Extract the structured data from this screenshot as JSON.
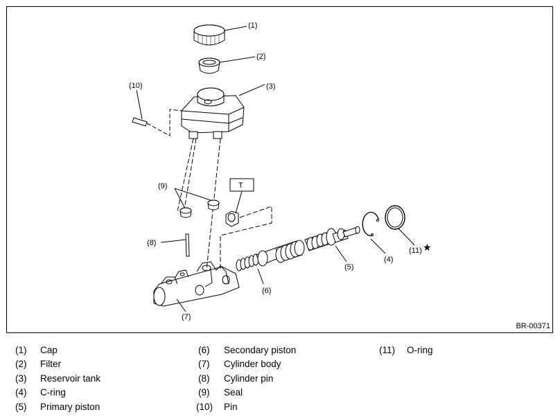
{
  "figure_code": "BR-00371",
  "callouts": {
    "c1": "(1)",
    "c2": "(2)",
    "c3": "(3)",
    "c4": "(4)",
    "c5": "(5)",
    "c6": "(6)",
    "c7": "(7)",
    "c8": "(8)",
    "c9": "(9)",
    "c10": "(10)",
    "c11": "(11)",
    "torque_mark": "T",
    "star": "★"
  },
  "legend": [
    {
      "num": "(1)",
      "label": "Cap"
    },
    {
      "num": "(2)",
      "label": "Filter"
    },
    {
      "num": "(3)",
      "label": "Reservoir tank"
    },
    {
      "num": "(4)",
      "label": "C-ring"
    },
    {
      "num": "(5)",
      "label": "Primary piston"
    },
    {
      "num": "(6)",
      "label": "Secondary piston"
    },
    {
      "num": "(7)",
      "label": "Cylinder body"
    },
    {
      "num": "(8)",
      "label": "Cylinder pin"
    },
    {
      "num": "(9)",
      "label": "Seal"
    },
    {
      "num": "(10)",
      "label": "Pin"
    },
    {
      "num": "(11)",
      "label": "O-ring"
    }
  ]
}
